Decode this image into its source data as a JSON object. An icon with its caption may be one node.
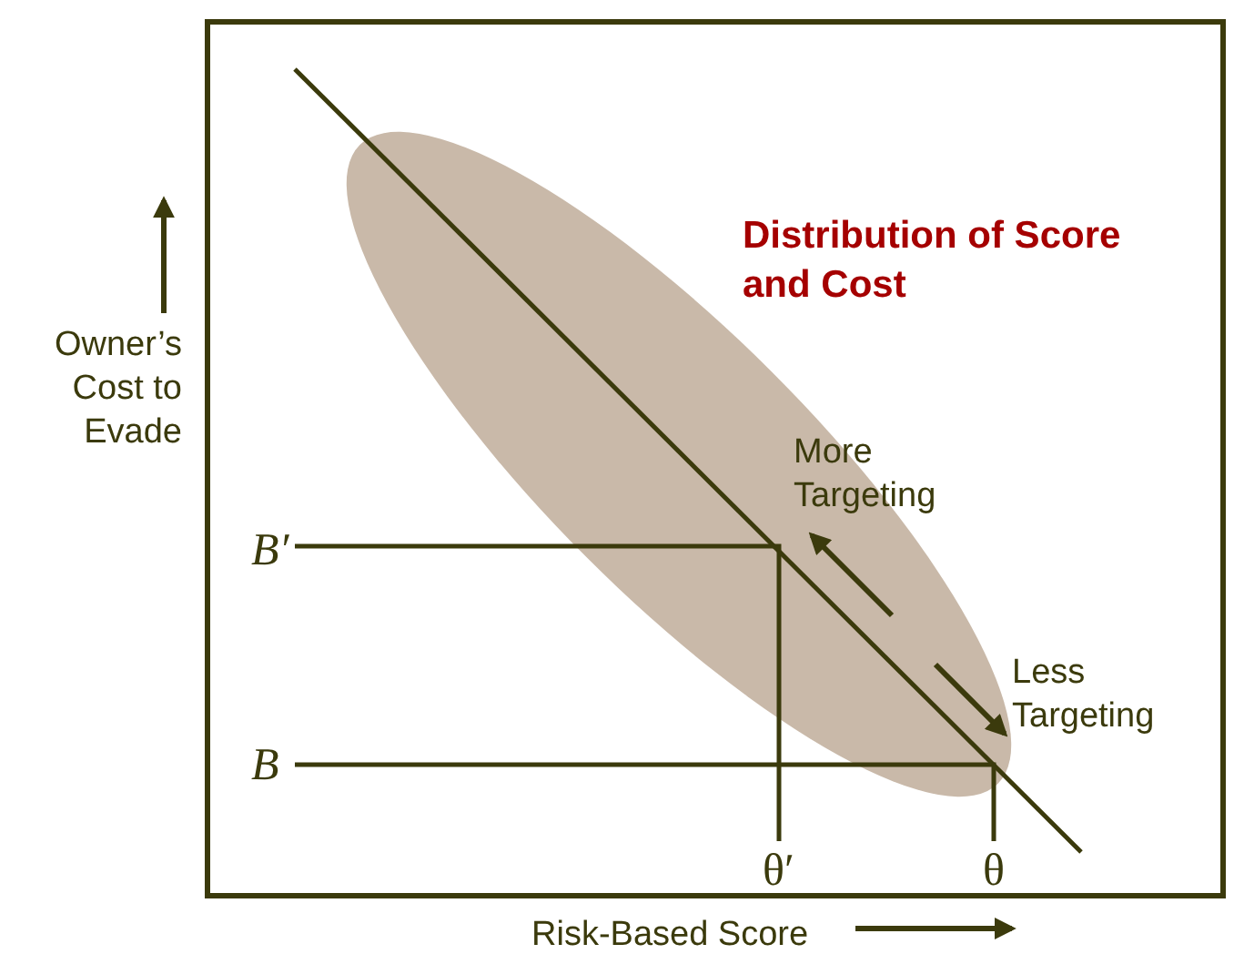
{
  "diagram": {
    "labels": [
      "Distribution of Score and Cost",
      "Owner’s Cost to Evade",
      "More Targeting",
      "B′",
      "Less Targeting",
      "B",
      "θ′",
      "θ",
      "Risk-Based Score"
    ]
  }
}
